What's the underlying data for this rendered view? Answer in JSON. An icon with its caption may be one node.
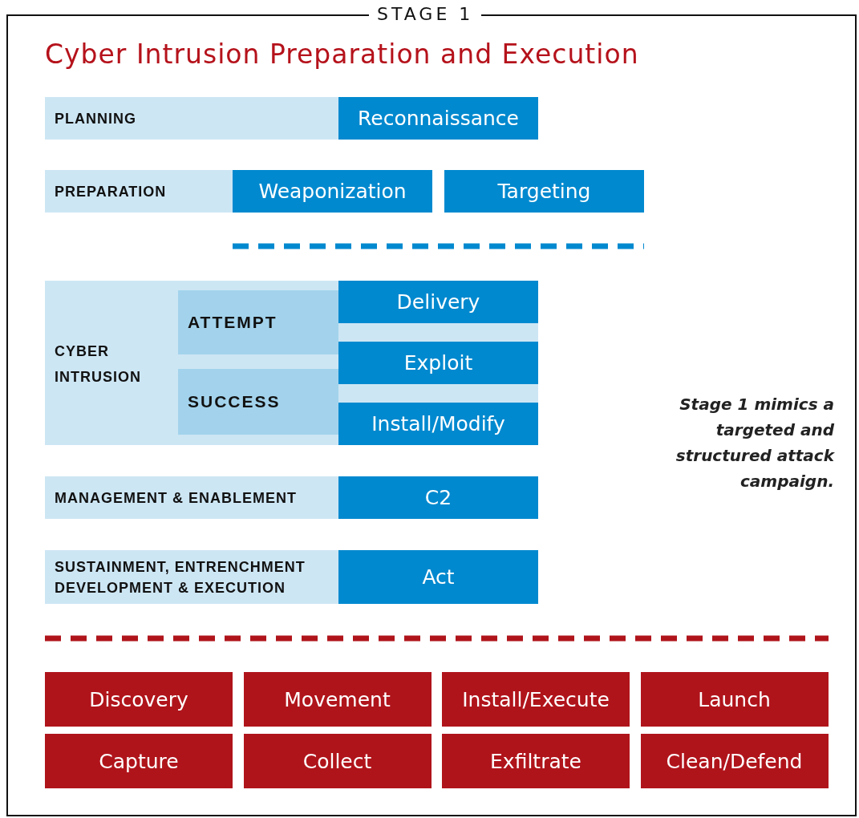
{
  "diagram": {
    "title": "Cyber Intrusion Preparation and Execution",
    "nodes": [
      {
        "text": [
          "STAGE 1"
        ]
      },
      {
        "text": [
          "PLANNING"
        ],
        "in": 0
      },
      {
        "text": [
          "Reconnaissance"
        ],
        "in": 0
      },
      {
        "text": [
          "PREPARATION"
        ],
        "in": 0
      },
      {
        "text": [
          "Weaponization"
        ],
        "in": 0
      },
      {
        "text": [
          "Targeting"
        ],
        "in": 0
      },
      {
        "text": [
          "CYBER INTRUSION"
        ],
        "in": 0
      },
      {
        "text": [
          "ATTEMPT"
        ],
        "in": 6
      },
      {
        "text": [
          "SUCCESS"
        ],
        "in": 6
      },
      {
        "text": [
          "Delivery"
        ],
        "in": 6
      },
      {
        "text": [
          "Exploit"
        ],
        "in": 6
      },
      {
        "text": [
          "Install/Modify"
        ],
        "in": 6
      },
      {
        "text": [
          "MANAGEMENT & ENABLEMENT"
        ],
        "in": 0
      },
      {
        "text": [
          "C2"
        ],
        "in": 0
      },
      {
        "text": [
          "SUSTAINMENT, ENTRENCHMENT DEVELOPMENT & EXECUTION"
        ],
        "in": 0
      },
      {
        "text": [
          "Act"
        ],
        "in": 0
      },
      {
        "text": [
          "Discovery"
        ],
        "in": 0
      },
      {
        "text": [
          "Movement"
        ],
        "in": 0
      },
      {
        "text": [
          "Install/Execute"
        ],
        "in": 0
      },
      {
        "text": [
          "Launch"
        ],
        "in": 0
      },
      {
        "text": [
          "Capture"
        ],
        "in": 0
      },
      {
        "text": [
          "Collect"
        ],
        "in": 0
      },
      {
        "text": [
          "Exfiltrate"
        ],
        "in": 0
      },
      {
        "text": [
          "Clean/Defend"
        ],
        "in": 0
      }
    ],
    "edges": [],
    "labels": [
      "Stage 1 mimics a targeted and structured attack campaign."
    ]
  }
}
